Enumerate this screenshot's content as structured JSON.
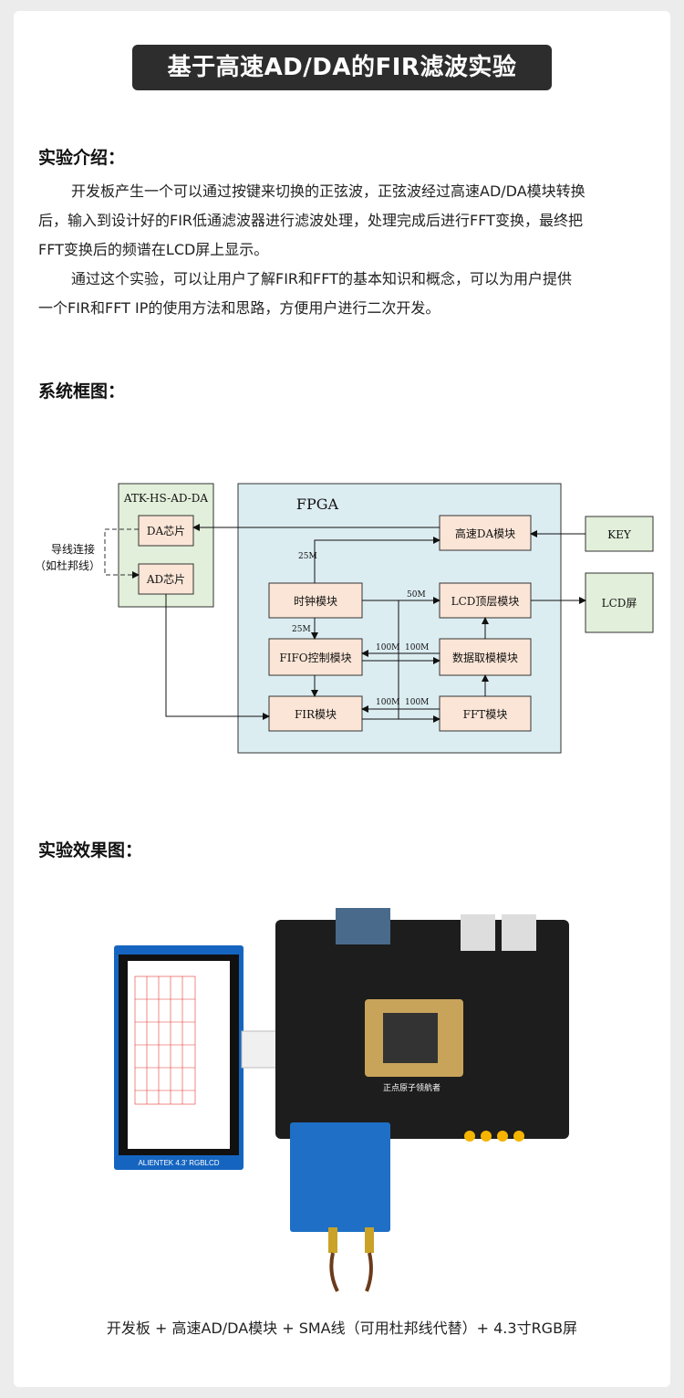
{
  "title": "基于高速AD/DA的FIR滤波实验",
  "intro": {
    "heading": "实验介绍：",
    "para1_lines": [
      "开发板产生一个可以通过按键来切换的正弦波，正弦波经过高速AD/DA模块转换",
      "后，输入到设计好的FIR低通滤波器进行滤波处理，处理完成后进行FFT变换，最终把",
      "FFT变换后的频谱在LCD屏上显示。"
    ],
    "para2_lines": [
      "通过这个实验，可以让用户了解FIR和FFT的基本知识和概念，可以为用户提供",
      "一个FIR和FFT IP的使用方法和思路，方便用户进行二次开发。"
    ]
  },
  "system": {
    "heading": "系统框图：",
    "diagram": {
      "board_label": "ATK-HS-AD-DA",
      "fpga_label": "FPGA",
      "da_chip": "DA芯片",
      "ad_chip": "AD芯片",
      "wire_note_1": "导线连接",
      "wire_note_2": "（如杜邦线）",
      "hs_da": "高速DA模块",
      "key": "KEY",
      "clock": "时钟模块",
      "lcd_top": "LCD顶层模块",
      "lcd_screen": "LCD屏",
      "fifo": "FIFO控制模块",
      "data_mod": "数据取模模块",
      "fir": "FIR模块",
      "fft": "FFT模块",
      "f25a": "25M",
      "f25b": "25M",
      "f50": "50M",
      "f100a": "100M",
      "f100b": "100M",
      "f100c": "100M",
      "f100d": "100M"
    }
  },
  "effect": {
    "heading": "实验效果图：",
    "board_name": "正点原子领航者",
    "lcd_brand": "ALIENTEK  4.3' RGBLCD",
    "caption": "开发板 + 高速AD/DA模块 + SMA线（可用杜邦线代替）+ 4.3寸RGB屏"
  },
  "colors": {
    "title_bg": "#2d2d2d",
    "fpga_bg": "#dcedf2",
    "board_bg": "#e2efda",
    "module_bg": "#fbe5d6",
    "key_bg": "#e2efda"
  }
}
